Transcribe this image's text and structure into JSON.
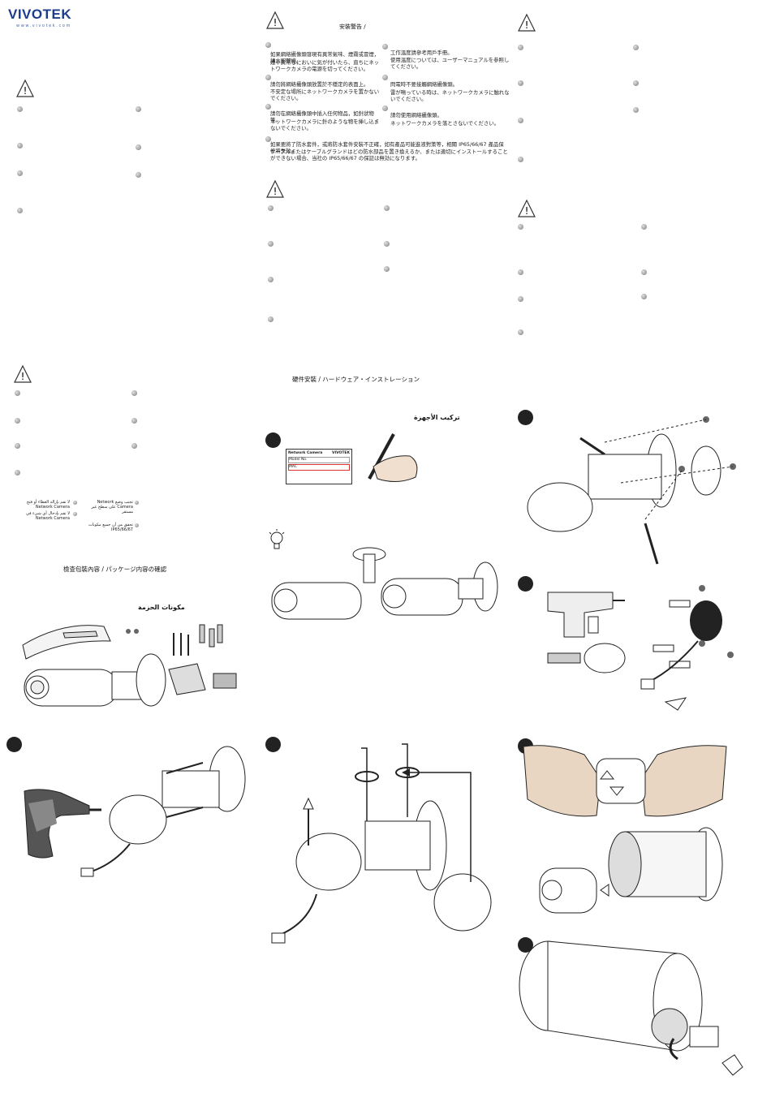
{
  "brand": {
    "name": "VIVOTEK",
    "url": "www.vivotek.com"
  },
  "safety_heading": "安裝警告 /",
  "safety_items": [
    {
      "cn": "如果網絡攝像頭發現有異常氣味、煙霧或冒煙，請立即關機。",
      "jp": "煙や異常なにおいに気が付いたら、直ちにネットワークカメラの電源を切ってください。"
    },
    {
      "cn": "請勿將網絡攝像頭放置於不穩定的表面上。",
      "jp": "不安定な場所にネットワークカメラを置かないでください。"
    },
    {
      "cn": "請勿在網絡攝像頭中插入任何物品，如針狀物等。",
      "jp": "ネットワークカメラに針のような物を挿し込まないでください。"
    },
    {
      "cn": "工作溫度請參考用戶手冊。",
      "jp": "使用温度については、ユーザーマニュアルを参照してください。"
    },
    {
      "cn": "閃電時不要接觸網絡攝像頭。",
      "jp": "雷が鳴っている時は、ネットワークカメラに触れないでください。"
    },
    {
      "cn": "請勿使用網絡攝像頭。",
      "jp": "ネットワークカメラを落とさないでください。"
    }
  ],
  "ingress_note": {
    "cn": "如果要將了防水套件，或將防水套件安裝不正確，如有產品可能進液對策等，相關 IP65/66/67 產品保修將失效。",
    "jp": "ケーブルまたはケーブルグランドはどの防水部品を置き換えるか、または適切にインストールすることができない場合、当社の IP65/66/67 の保証は無効になります。"
  },
  "arabic_items": [
    "لا تقم بإزالة الغطاء أو فتح Network Camera",
    "تجنب وضع Network Camera على سطح غير مستقر",
    "لا تقم بإدخال أي شيء في Network Camera",
    "تحقق من أن جميع مكونات IP65/66/67"
  ],
  "package_heading": "檢查包裝內容 / パッケージ内容の確認",
  "package_heading_ar": "مكونات الحزمة",
  "hardware_heading": "硬件安裝 / ハードウェア・インストレーション",
  "hardware_heading_ar": "تركيب الأجهزة",
  "label_card": {
    "title": "Network Camera",
    "brand": "VIVOTEK",
    "model": "Model No.",
    "mac": "MAC"
  }
}
